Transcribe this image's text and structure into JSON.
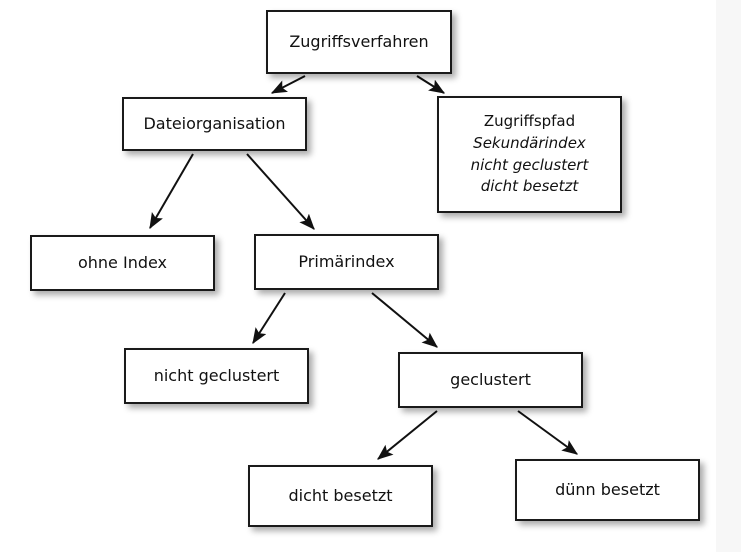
{
  "page": {
    "background_color": "#ffffff",
    "outer_background_color": "#f7f7f7",
    "box_border_color": "#1a1a1a",
    "text_color": "#111111"
  },
  "diagram": {
    "type": "tree",
    "nodes": [
      {
        "id": "zugriffsverfahren",
        "lines": [
          {
            "text": "Zugriffsverfahren",
            "italic": false
          }
        ]
      },
      {
        "id": "dateiorganisation",
        "lines": [
          {
            "text": "Dateiorganisation",
            "italic": false
          }
        ]
      },
      {
        "id": "zugriffspfad",
        "lines": [
          {
            "text": "Zugriffspfad",
            "italic": false
          },
          {
            "text": "Sekundärindex",
            "italic": true
          },
          {
            "text": "nicht geclustert",
            "italic": true
          },
          {
            "text": "dicht besetzt",
            "italic": true
          }
        ]
      },
      {
        "id": "ohne-index",
        "lines": [
          {
            "text": "ohne Index",
            "italic": false
          }
        ]
      },
      {
        "id": "primaerindex",
        "lines": [
          {
            "text": "Primärindex",
            "italic": false
          }
        ]
      },
      {
        "id": "nicht-geclustert",
        "lines": [
          {
            "text": "nicht geclustert",
            "italic": false
          }
        ]
      },
      {
        "id": "geclustert",
        "lines": [
          {
            "text": "geclustert",
            "italic": false
          }
        ]
      },
      {
        "id": "dicht-besetzt",
        "lines": [
          {
            "text": "dicht besetzt",
            "italic": false
          }
        ]
      },
      {
        "id": "duenn-besetzt",
        "lines": [
          {
            "text": "dünn besetzt",
            "italic": false
          }
        ]
      }
    ],
    "edges": [
      {
        "from": "zugriffsverfahren",
        "to": "dateiorganisation"
      },
      {
        "from": "zugriffsverfahren",
        "to": "zugriffspfad"
      },
      {
        "from": "dateiorganisation",
        "to": "ohne-index"
      },
      {
        "from": "dateiorganisation",
        "to": "primaerindex"
      },
      {
        "from": "primaerindex",
        "to": "nicht-geclustert"
      },
      {
        "from": "primaerindex",
        "to": "geclustert"
      },
      {
        "from": "geclustert",
        "to": "dicht-besetzt"
      },
      {
        "from": "geclustert",
        "to": "duenn-besetzt"
      }
    ]
  }
}
